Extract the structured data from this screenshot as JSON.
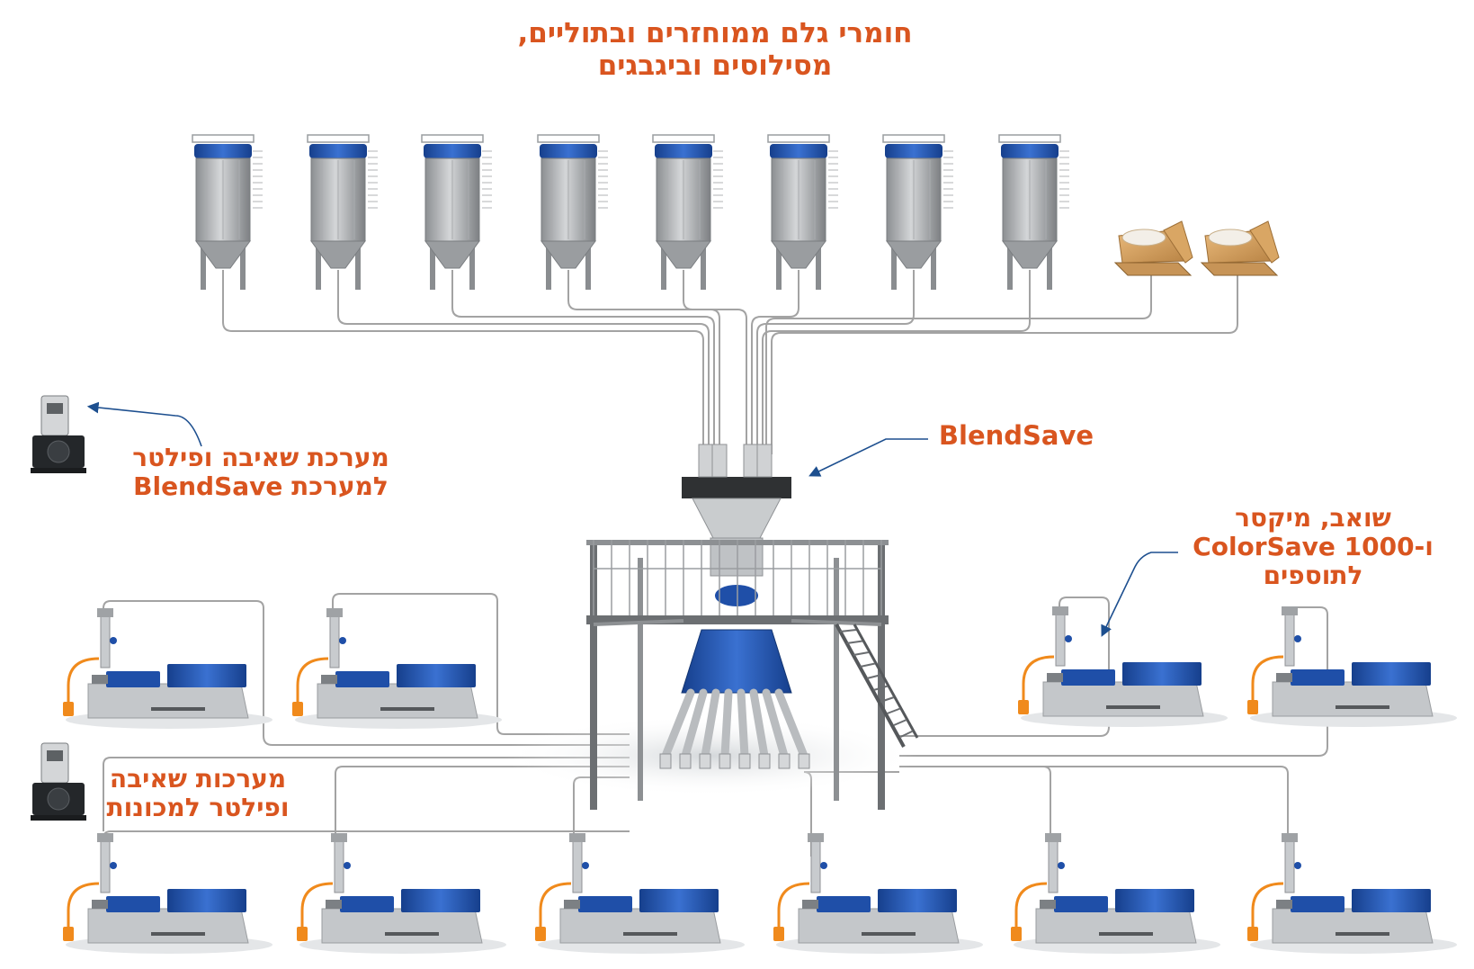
{
  "title": {
    "line1": "חומרי גלם ממוחזרים ובתוליים,",
    "line2": "מסילוסים וביגבגים"
  },
  "labels": {
    "vacuum_blendsave": {
      "line1": "מערכת שאיבה ופילטר",
      "line2": "למערכת BlendSave"
    },
    "blendsave": "BlendSave",
    "colorsave": {
      "line1": "שואב, מיקסר",
      "line2": "ו-ColorSave 1000",
      "line3": "לתוספים"
    },
    "vacuum_machines": {
      "line1": "מערכות שאיבה",
      "line2": "ופילטר  למכונות"
    }
  },
  "counts": {
    "silos": 8,
    "bigbags": 2,
    "machines_upper": 4,
    "machines_lower": 6
  },
  "colors": {
    "label": "#d9551f",
    "accent_blue": "#1f4fa8",
    "pipe": "#9a9a9a",
    "steel": "#6c6f72",
    "orange_hose": "#f08a1c",
    "arrow": "#1d4f8f"
  },
  "icons": [
    "silo-icon",
    "bigbag-icon",
    "vacuum-unit-icon",
    "injection-machine-icon",
    "blendsave-frame-icon",
    "arrow-icon"
  ]
}
